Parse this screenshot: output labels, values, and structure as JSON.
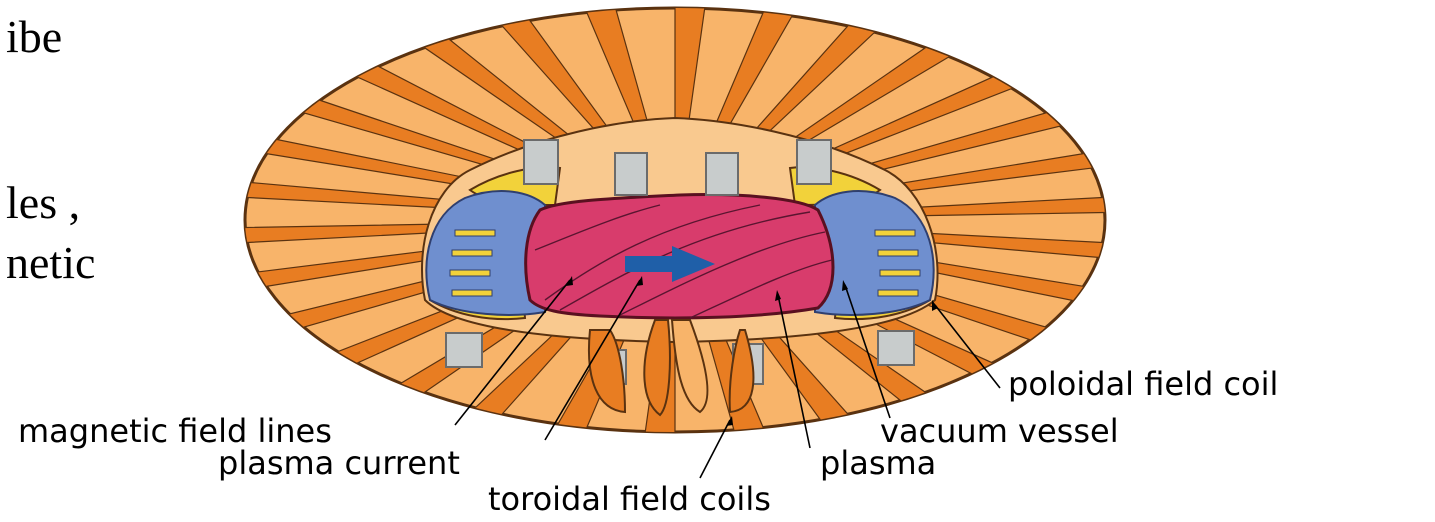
{
  "slide": {
    "text_fragments": [
      "ibe",
      "les ,",
      "netic"
    ]
  },
  "diagram": {
    "labels": {
      "poloidal_field_coil": "poloidal field coil",
      "magnetic_field_lines": "magnetic field lines",
      "vacuum_vessel": "vacuum vessel",
      "plasma_current": "plasma current",
      "plasma": "plasma",
      "toroidal_field_coils": "toroidal field coils"
    },
    "colors": {
      "coil_light": "#f8b46a",
      "coil_orange": "#e87d22",
      "coil_outline": "#5a3210",
      "vessel_blue": "#6f8fcf",
      "plasma_pink": "#d83c6c",
      "arrow_blue": "#1f5fa8",
      "poloidal_grey": "#c8cccc",
      "shield_yellow": "#f2d23a"
    }
  }
}
